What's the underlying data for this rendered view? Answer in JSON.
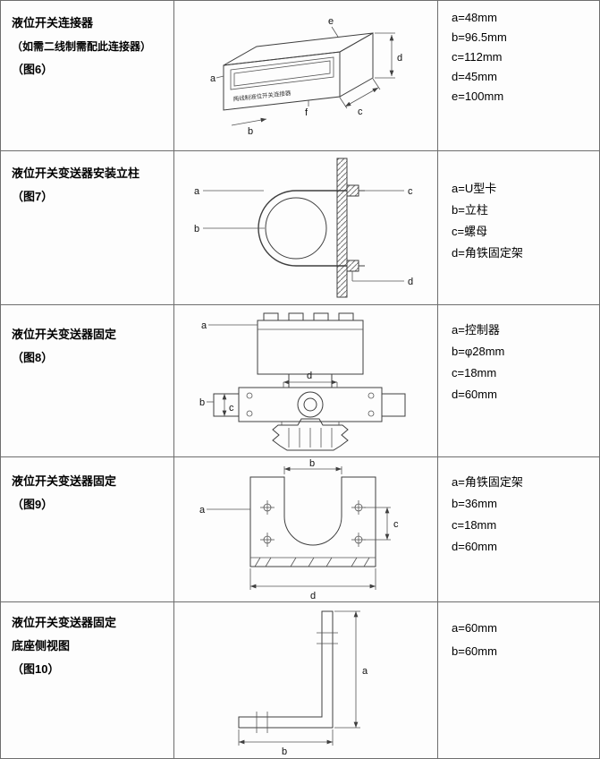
{
  "colors": {
    "border": "#6e6e6e",
    "ink": "#000000",
    "line": "#3f3f3f"
  },
  "rows": [
    {
      "title": [
        "液位开关连接器",
        "（如需二线制需配此连接器）",
        "（图6）"
      ],
      "specs": [
        "a=48mm",
        "b=96.5mm",
        "c=112mm",
        "d=45mm",
        "e=100mm"
      ],
      "labels": {
        "a": "a",
        "b": "b",
        "c": "c",
        "d": "d",
        "e": "e",
        "f": "f"
      },
      "box_text": "两线制液位开关连接器"
    },
    {
      "title": [
        "液位开关变送器安装立柱",
        "（图7）"
      ],
      "specs": [
        "a=U型卡",
        "b=立柱",
        "c=螺母",
        "d=角铁固定架"
      ],
      "labels": {
        "a": "a",
        "b": "b",
        "c": "c",
        "d": "d"
      }
    },
    {
      "title": [
        "液位开关变送器固定",
        "（图8）"
      ],
      "specs": [
        "a=控制器",
        "b=φ28mm",
        "c=18mm",
        "d=60mm"
      ],
      "labels": {
        "a": "a",
        "b": "b",
        "c": "c",
        "d": "d"
      }
    },
    {
      "title": [
        "液位开关变送器固定",
        "（图9）"
      ],
      "specs": [
        "a=角铁固定架",
        "b=36mm",
        "c=18mm",
        "d=60mm"
      ],
      "labels": {
        "a": "a",
        "b": "b",
        "c": "c",
        "d": "d"
      }
    },
    {
      "title": [
        "液位开关变送器固定",
        "底座侧视图",
        "（图10）"
      ],
      "specs": [
        "a=60mm",
        "b=60mm"
      ],
      "labels": {
        "a": "a",
        "b": "b"
      }
    }
  ]
}
